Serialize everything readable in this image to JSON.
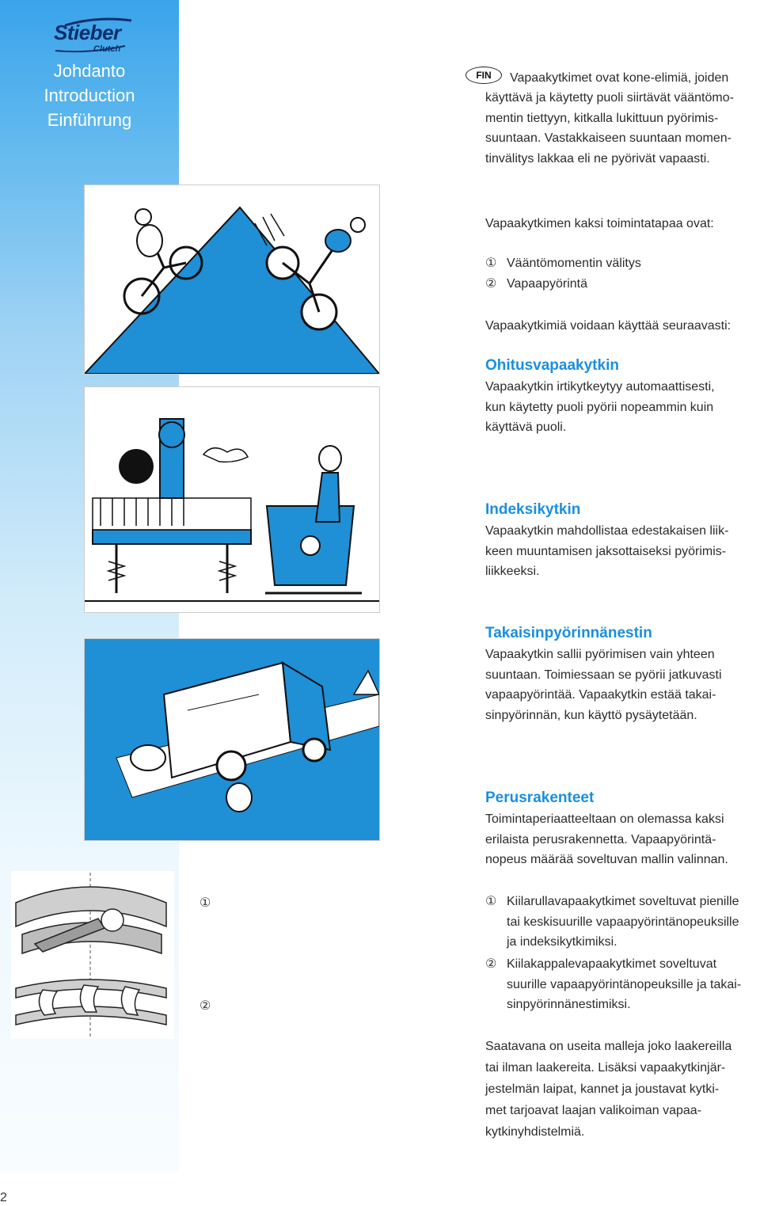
{
  "sidebar": {
    "brand": "Stieber",
    "brand_sub": "Clutch",
    "titles": [
      "Johdanto",
      "Introduction",
      "Einführung"
    ]
  },
  "lang_badge": "FIN",
  "intro": {
    "first_line": "Vapaakytkimet ovat kone-elimiä, joiden",
    "lines": [
      "käyttävä ja käytetty puoli siirtävät vääntömo-",
      "mentin tiettyyn, kitkalla lukittuun pyörimis-",
      "suuntaan. Vastakkaiseen suuntaan momen-",
      "tinvälitys lakkaa eli ne pyörivät vapaasti."
    ]
  },
  "modes": {
    "intro": "Vapaakytkimen kaksi toimintatapaa ovat:",
    "item1_num": "①",
    "item1": "Vääntömomentin välitys",
    "item2_num": "②",
    "item2": "Vapaapyörintä",
    "usage": "Vapaakytkimiä voidaan käyttää seuraavasti:"
  },
  "sections": [
    {
      "heading": "Ohitusvapaakytkin",
      "lines": [
        "Vapaakytkin irtikytkeytyy automaattisesti,",
        "kun käytetty puoli pyörii nopeammin kuin",
        "käyttävä puoli."
      ]
    },
    {
      "heading": "Indeksikytkin",
      "lines": [
        "Vapaakytkin mahdollistaa edestakaisen liik-",
        "keen muuntamisen jaksottaiseksi pyörimis-",
        "liikkeeksi."
      ]
    },
    {
      "heading": "Takaisinpyörinnänestin",
      "lines": [
        "Vapaakytkin sallii pyörimisen vain yhteen",
        "suuntaan. Toimiessaan se pyörii jatkuvasti",
        "vapaapyörintää. Vapaakytkin estää takai-",
        "sinpyörinnän, kun käyttö pysäytetään."
      ]
    },
    {
      "heading": "Perusrakenteet",
      "lines": [
        "Toimintaperiaatteeltaan on olemassa kaksi",
        "erilaista perusrakennetta. Vapaapyörintä-",
        "nopeus määrää soveltuvan mallin valinnan."
      ]
    }
  ],
  "types": {
    "fig_label1": "①",
    "fig_label2": "②",
    "item1_num": "①",
    "item1_lines": [
      "Kiilarullavapaakytkimet soveltuvat pienille",
      "tai keskisuurille vapaapyörintänopeuksille",
      "ja indeksikytkimiksi."
    ],
    "item2_num": "②",
    "item2_lines": [
      "Kiilakappalevapaakytkimet soveltuvat",
      "suurille vapaapyörintänopeuksille ja takai-",
      "sinpyörinnänestimiksi."
    ]
  },
  "closing": {
    "lines": [
      "Saatavana on useita malleja joko laakereilla",
      "tai ilman laakereita. Lisäksi vapaakytkinjär-",
      "jestelmän laipat, kannet ja joustavat kytki-",
      "met tarjoavat laajan valikoiman vapaa-",
      "kytkinyhdistelmiä."
    ]
  },
  "page_number": "2",
  "colors": {
    "heading": "#1a8fdf",
    "sidebar_top": "#3aa3ea",
    "logo": "#0e2f6b"
  }
}
